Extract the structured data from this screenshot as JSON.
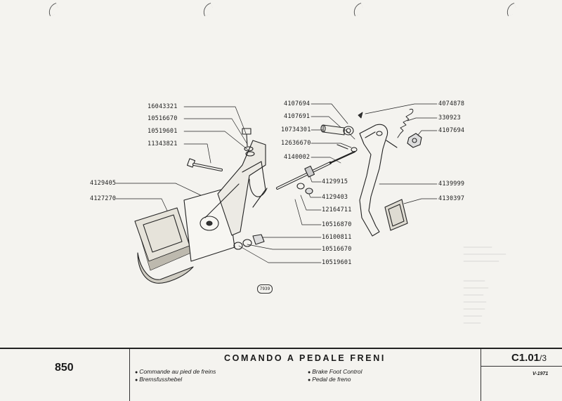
{
  "parts": {
    "p16043321": "16043321",
    "p10516670a": "10516670",
    "p10519601a": "10519601",
    "p11343821": "11343821",
    "p4129405": "4129405",
    "p4127270": "4127270",
    "p4107694a": "4107694",
    "p4107691": "4107691",
    "p10734301": "10734301",
    "p12636670": "12636670",
    "p4140002": "4140002",
    "p4129915": "4129915",
    "p4129403": "4129403",
    "p12164711": "12164711",
    "p10516870": "10516870",
    "p16100811": "16100811",
    "p10516670b": "10516670",
    "p10519601b": "10519601",
    "p4074878": "4074878",
    "p330923": "330923",
    "p4107694b": "4107694",
    "p4139999": "4139999",
    "p4130397": "4130397"
  },
  "figure_number": "7939",
  "footer": {
    "model": "850",
    "title": "COMANDO A PEDALE FRENI",
    "fr": "Commande au pied de freins",
    "de": "Bremsfusshebel",
    "en": "Brake Foot Control",
    "es": "Pedal de freno",
    "ref_code": "C1.01",
    "ref_sheet": "3",
    "date": "V-1971"
  }
}
